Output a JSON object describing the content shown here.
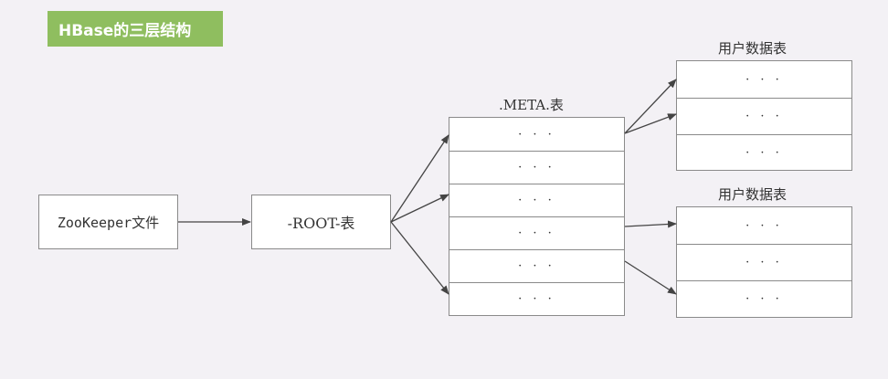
{
  "title": "HBase的三层结构",
  "zookeeper": "ZooKeeper文件",
  "root_table": "-ROOT-表",
  "meta_table": {
    "label": ".META.表",
    "rows": [
      "· · ·",
      "· · ·",
      "· · ·",
      "· · ·",
      "· · ·",
      "· · ·"
    ]
  },
  "user_tables": [
    {
      "label": "用户数据表",
      "rows": [
        "· · ·",
        "· · ·",
        "· · ·"
      ]
    },
    {
      "label": "用户数据表",
      "rows": [
        "· · ·",
        "· · ·",
        "· · ·"
      ]
    }
  ],
  "colors": {
    "title_bg": "#8fbe5f",
    "background": "#f3f1f5",
    "border": "#8a8a8a",
    "arrow": "#444444"
  }
}
